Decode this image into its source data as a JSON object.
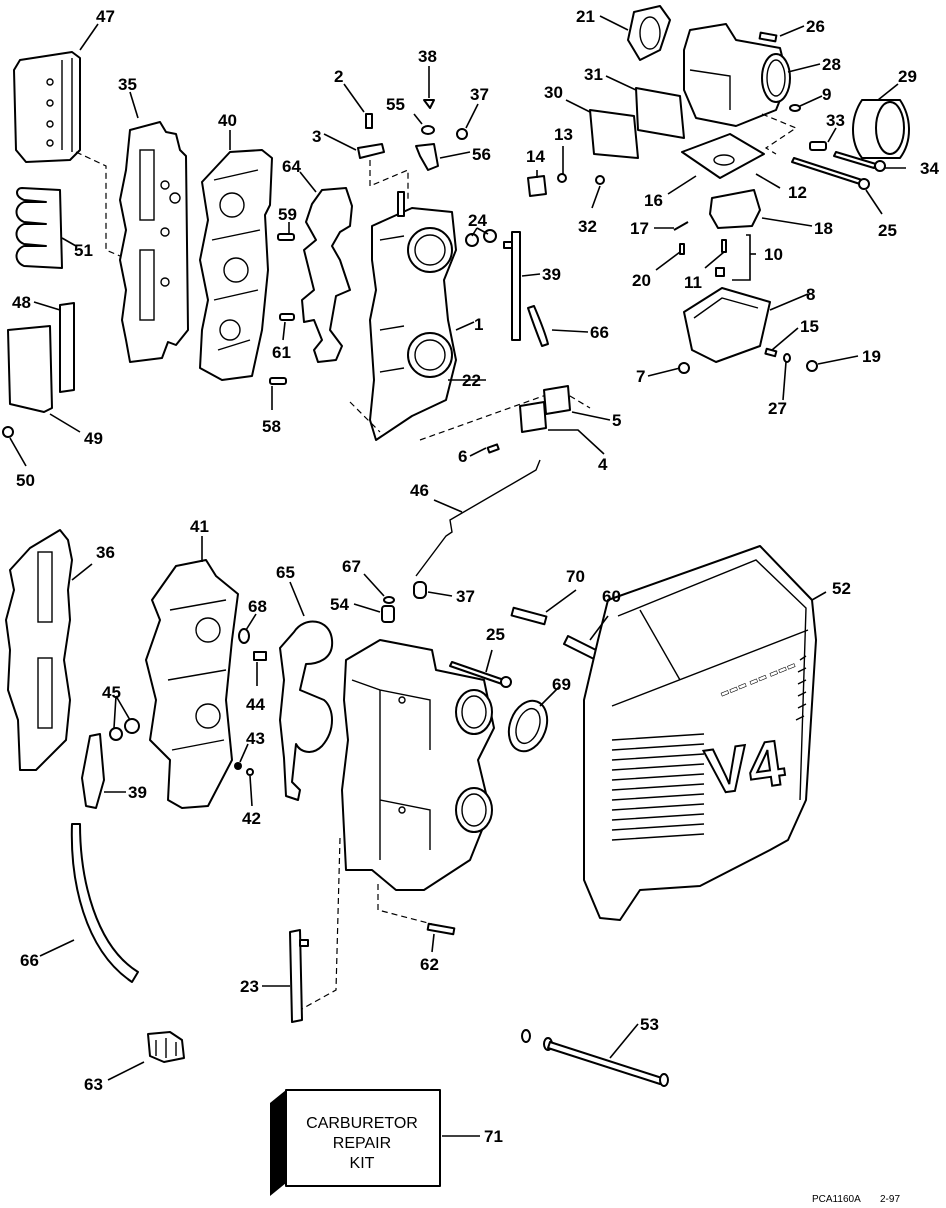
{
  "diagram": {
    "title": "Carburetor exploded parts diagram",
    "kit_label_lines": [
      "CARBURETOR",
      "REPAIR",
      "KIT"
    ],
    "cover_badge": "V4",
    "drawing_code": "PCA1160A",
    "drawing_date": "2-97"
  },
  "callouts": [
    {
      "id": "47",
      "label": "47"
    },
    {
      "id": "35",
      "label": "35"
    },
    {
      "id": "40",
      "label": "40"
    },
    {
      "id": "64",
      "label": "64"
    },
    {
      "id": "59",
      "label": "59"
    },
    {
      "id": "51",
      "label": "51"
    },
    {
      "id": "61",
      "label": "61"
    },
    {
      "id": "48",
      "label": "48"
    },
    {
      "id": "58",
      "label": "58"
    },
    {
      "id": "49",
      "label": "49"
    },
    {
      "id": "50",
      "label": "50"
    },
    {
      "id": "2",
      "label": "2"
    },
    {
      "id": "3",
      "label": "3"
    },
    {
      "id": "38",
      "label": "38"
    },
    {
      "id": "55",
      "label": "55"
    },
    {
      "id": "37a",
      "label": "37"
    },
    {
      "id": "56",
      "label": "56"
    },
    {
      "id": "24",
      "label": "24"
    },
    {
      "id": "39a",
      "label": "39"
    },
    {
      "id": "66a",
      "label": "66"
    },
    {
      "id": "1",
      "label": "1"
    },
    {
      "id": "22",
      "label": "22"
    },
    {
      "id": "5",
      "label": "5"
    },
    {
      "id": "4",
      "label": "4"
    },
    {
      "id": "6",
      "label": "6"
    },
    {
      "id": "21",
      "label": "21"
    },
    {
      "id": "26",
      "label": "26"
    },
    {
      "id": "28",
      "label": "28"
    },
    {
      "id": "29",
      "label": "29"
    },
    {
      "id": "31",
      "label": "31"
    },
    {
      "id": "30",
      "label": "30"
    },
    {
      "id": "9",
      "label": "9"
    },
    {
      "id": "33",
      "label": "33"
    },
    {
      "id": "34",
      "label": "34"
    },
    {
      "id": "13",
      "label": "13"
    },
    {
      "id": "14",
      "label": "14"
    },
    {
      "id": "16",
      "label": "16"
    },
    {
      "id": "12",
      "label": "12"
    },
    {
      "id": "25a",
      "label": "25"
    },
    {
      "id": "32",
      "label": "32"
    },
    {
      "id": "17",
      "label": "17"
    },
    {
      "id": "18",
      "label": "18"
    },
    {
      "id": "10",
      "label": "10"
    },
    {
      "id": "20",
      "label": "20"
    },
    {
      "id": "11",
      "label": "11"
    },
    {
      "id": "8",
      "label": "8"
    },
    {
      "id": "15",
      "label": "15"
    },
    {
      "id": "7",
      "label": "7"
    },
    {
      "id": "19",
      "label": "19"
    },
    {
      "id": "27",
      "label": "27"
    },
    {
      "id": "46",
      "label": "46"
    },
    {
      "id": "36",
      "label": "36"
    },
    {
      "id": "41",
      "label": "41"
    },
    {
      "id": "65",
      "label": "65"
    },
    {
      "id": "67",
      "label": "67"
    },
    {
      "id": "54",
      "label": "54"
    },
    {
      "id": "37b",
      "label": "37"
    },
    {
      "id": "70",
      "label": "70"
    },
    {
      "id": "60",
      "label": "60"
    },
    {
      "id": "52",
      "label": "52"
    },
    {
      "id": "68",
      "label": "68"
    },
    {
      "id": "25b",
      "label": "25"
    },
    {
      "id": "45",
      "label": "45"
    },
    {
      "id": "44",
      "label": "44"
    },
    {
      "id": "69",
      "label": "69"
    },
    {
      "id": "43",
      "label": "43"
    },
    {
      "id": "39b",
      "label": "39"
    },
    {
      "id": "42",
      "label": "42"
    },
    {
      "id": "66b",
      "label": "66"
    },
    {
      "id": "62",
      "label": "62"
    },
    {
      "id": "23",
      "label": "23"
    },
    {
      "id": "53",
      "label": "53"
    },
    {
      "id": "63",
      "label": "63"
    },
    {
      "id": "71",
      "label": "71"
    }
  ]
}
